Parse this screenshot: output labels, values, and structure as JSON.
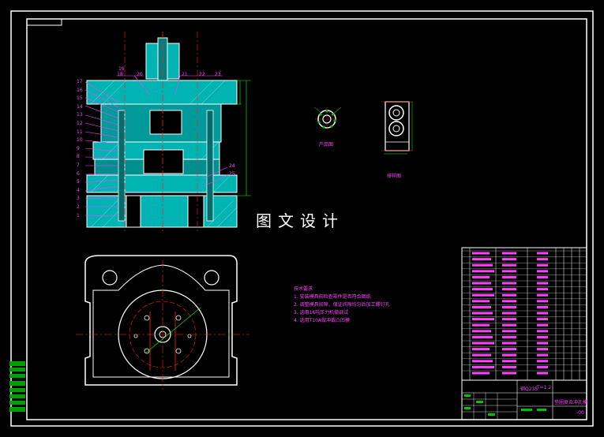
{
  "watermark": "图文设计",
  "view_labels": {
    "product": "产品图",
    "layout": "排样图"
  },
  "tech_requirements": {
    "title": "技术要求",
    "items": [
      "1. 安装模具前检查零件是否符合图纸",
      "2. 调整模具间隙，保证间隙均匀后加工螺钉孔",
      "3. 选用16吨压力机做调试",
      "4. 选用T10A做冲裁凸凹模"
    ]
  },
  "title_block": {
    "material": "钢Q235",
    "thickness": "T=1.2",
    "drawing_name": "垫圈复合冲孔模",
    "sheet": "-00"
  },
  "part_numbers_left": [
    "17",
    "16",
    "15",
    "14",
    "13",
    "12",
    "11",
    "10",
    "9",
    "8",
    "7",
    "6",
    "5",
    "4",
    "3",
    "2",
    "1"
  ],
  "part_numbers_top": [
    "19",
    "18",
    "20",
    "21",
    "22",
    "23"
  ],
  "part_numbers_right": [
    "24",
    "25"
  ],
  "colors": {
    "border": "#ffffff",
    "section": "#00c8c8",
    "centerline": "#ff2020",
    "leader": "#ff40ff",
    "dimension": "#00ff00",
    "table_text": "#ff40ff",
    "yellow": "#ffff00"
  }
}
